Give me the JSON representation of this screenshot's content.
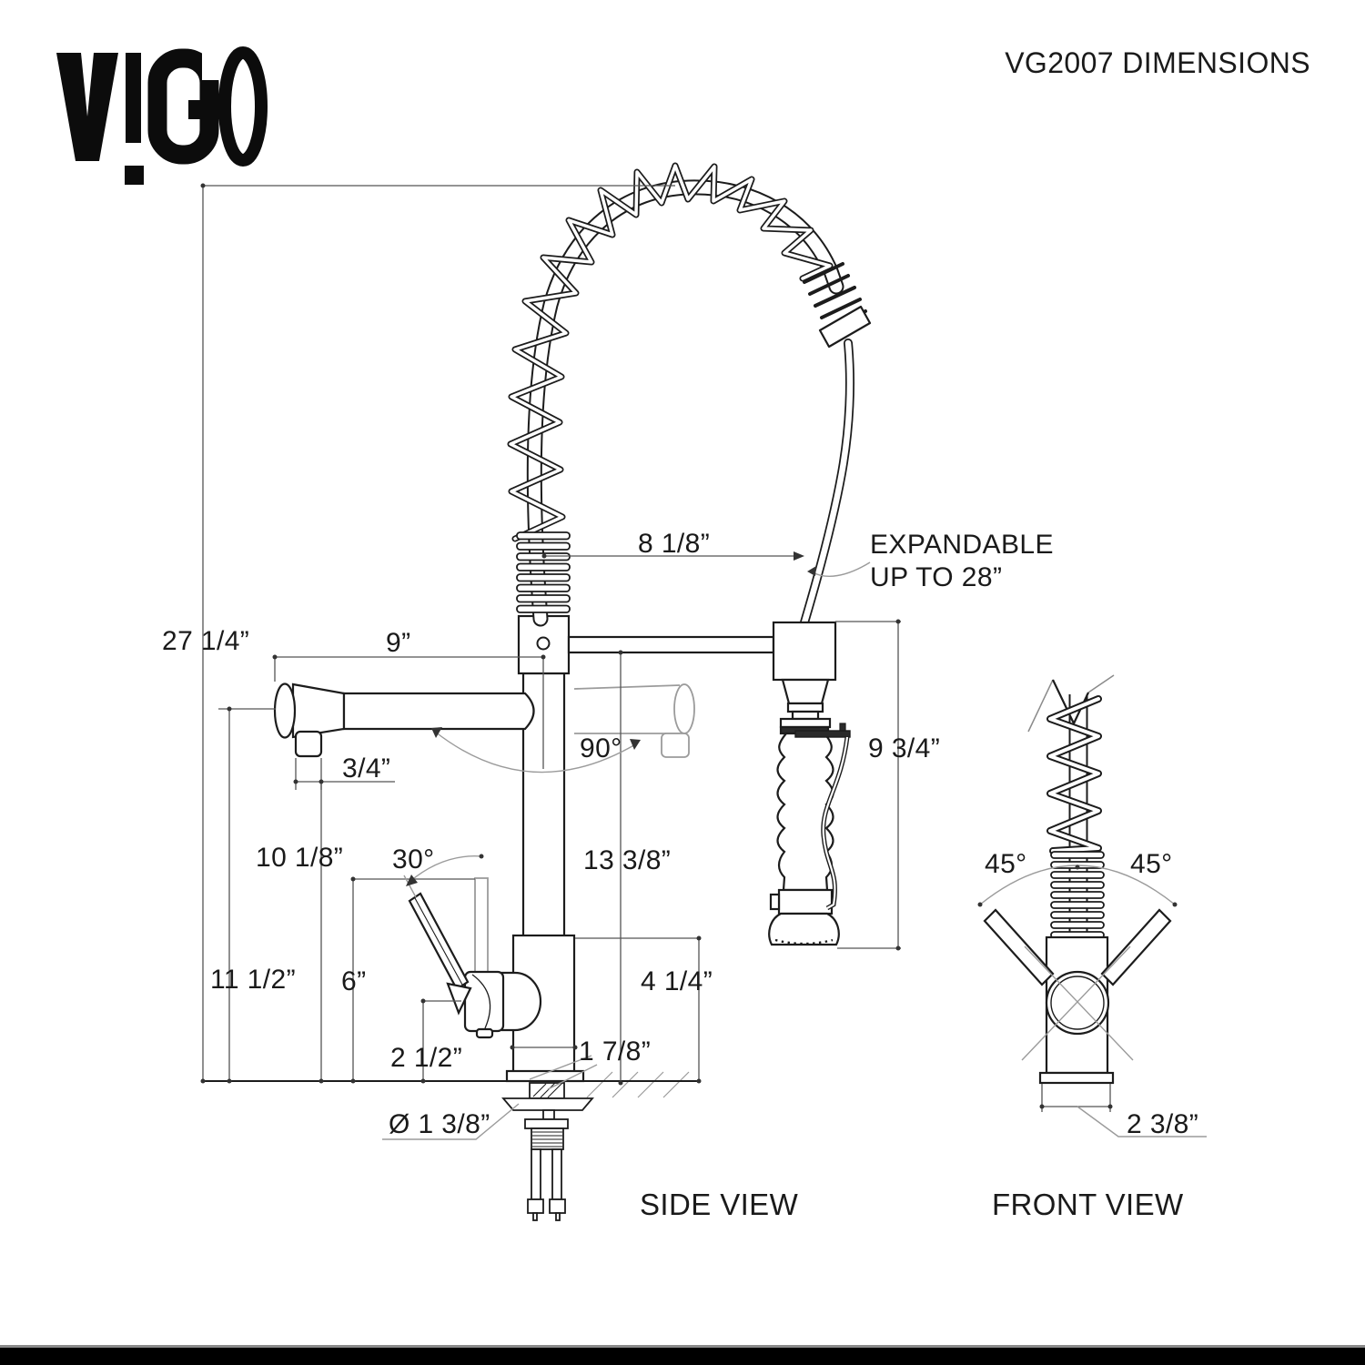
{
  "colors": {
    "ink": "#1a1a1a",
    "dim_line": "#555555",
    "ghost": "#9b9b9b",
    "background": "#ffffff"
  },
  "header": {
    "brand": "VIGO",
    "title": "VG2007 DIMENSIONS"
  },
  "views": {
    "side_label": "SIDE VIEW",
    "front_label": "FRONT VIEW"
  },
  "callouts": {
    "expandable_line1": "EXPANDABLE",
    "expandable_line2": "UP TO 28”"
  },
  "dimensions": {
    "overall_height": "27 1/4”",
    "spout_reach": "9”",
    "hose_span": "8 1/8”",
    "spout_outlet_width": "3/4”",
    "spout_swivel_angle": "90°",
    "sprayer_length": "9 3/4”",
    "spout_outlet_height": "10 1/8”",
    "handle_tilt_angle": "30°",
    "spring_column_height": "13 3/8”",
    "spout_centerline_height": "11 1/2”",
    "handle_height": "6”",
    "body_height": "4 1/4”",
    "handle_base_height": "2 1/2”",
    "body_width": "1 7/8”",
    "mount_hole_diameter": "Ø 1 3/8”",
    "front_left_handle_angle": "45°",
    "front_right_handle_angle": "45°",
    "front_base_width": "2 3/8”"
  }
}
